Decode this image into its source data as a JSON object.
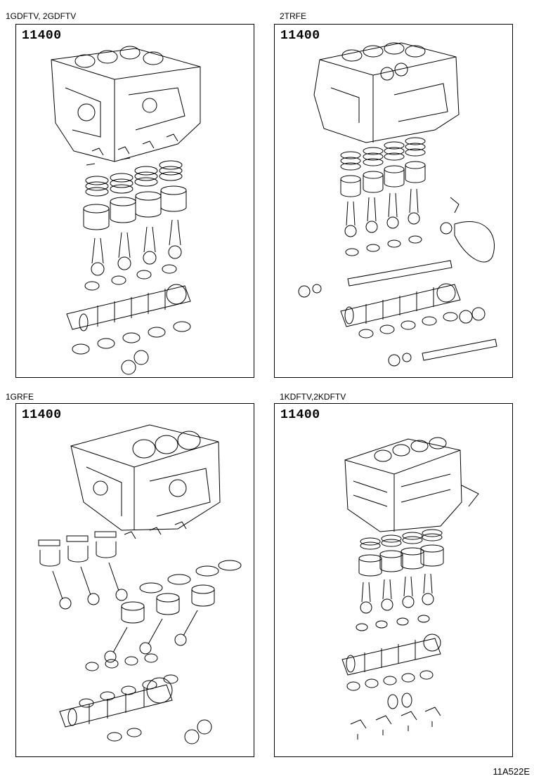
{
  "panels": [
    {
      "engine": "1GDFTV, 2GDFTV",
      "part_number": "11400"
    },
    {
      "engine": "2TRFE",
      "part_number": "11400"
    },
    {
      "engine": "1GRFE",
      "part_number": "11400"
    },
    {
      "engine": "1KDFTV,2KDFTV",
      "part_number": "11400"
    }
  ],
  "figure_code": "11A522E"
}
